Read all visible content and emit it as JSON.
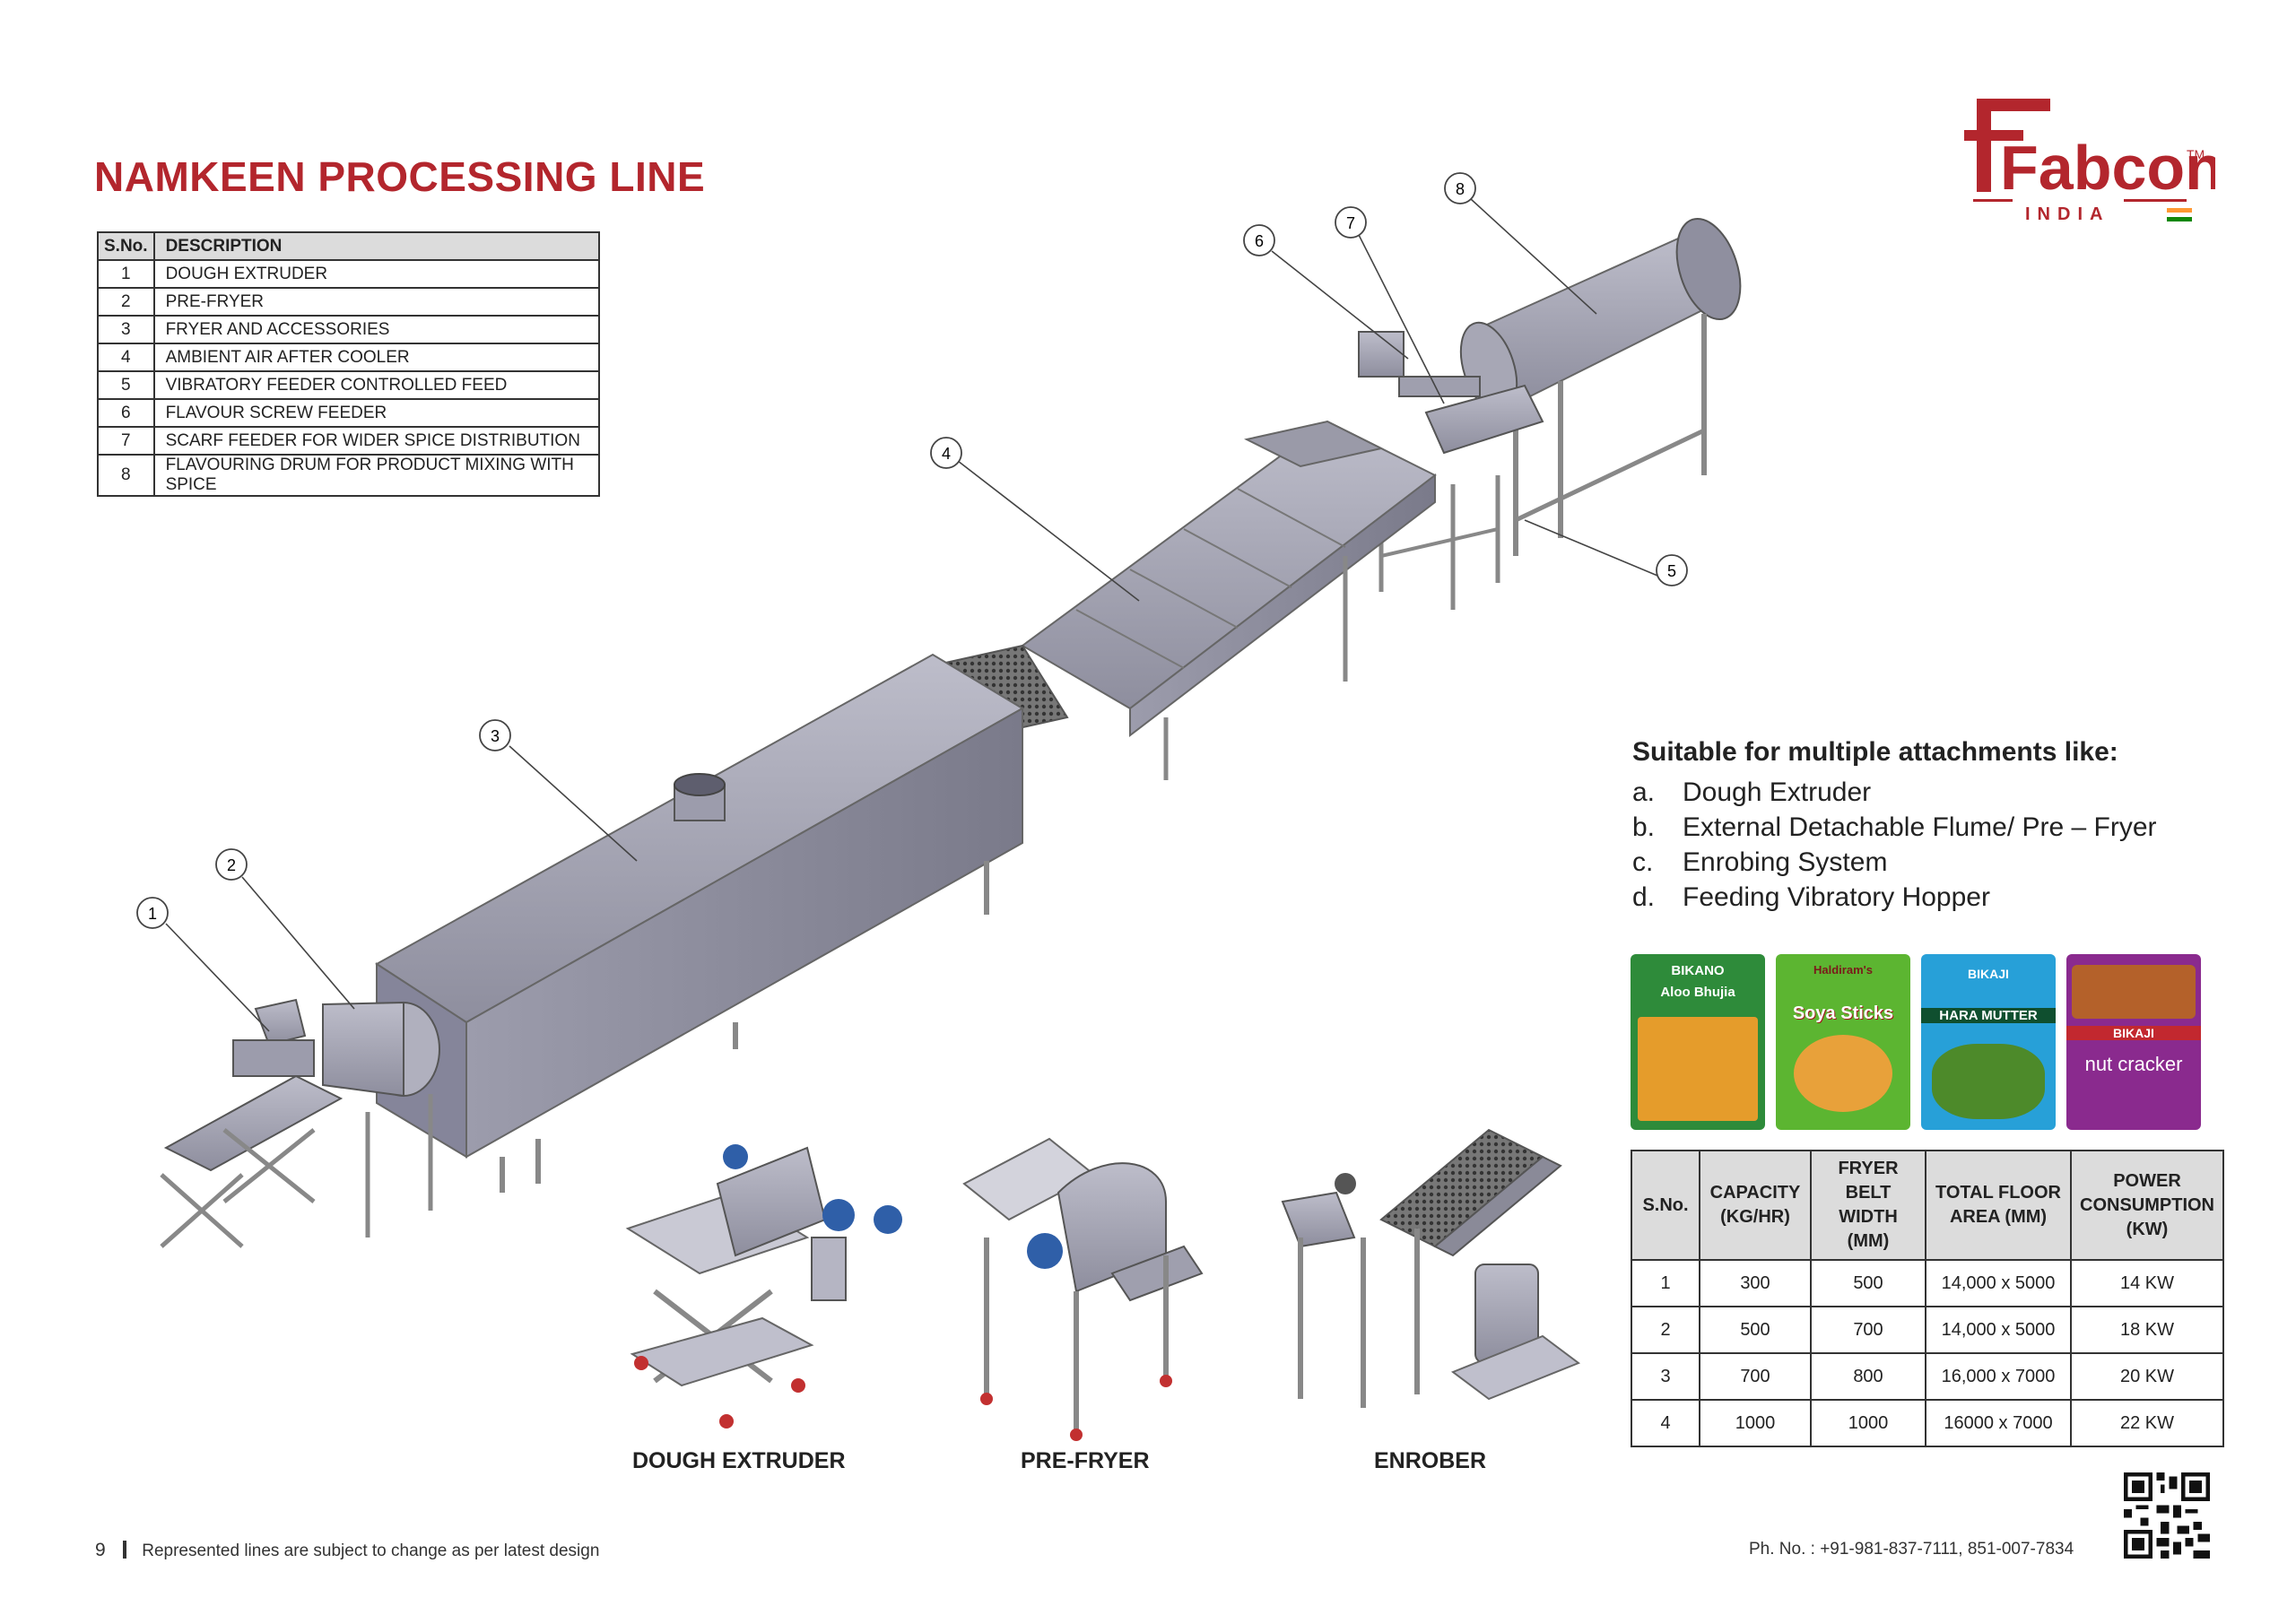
{
  "title": "NAMKEEN PROCESSING LINE",
  "parts_table": {
    "headers": {
      "sno": "S.No.",
      "description": "DESCRIPTION"
    },
    "rows": [
      {
        "sno": "1",
        "description": "DOUGH EXTRUDER"
      },
      {
        "sno": "2",
        "description": "PRE-FRYER"
      },
      {
        "sno": "3",
        "description": "FRYER AND ACCESSORIES"
      },
      {
        "sno": "4",
        "description": "AMBIENT AIR AFTER COOLER"
      },
      {
        "sno": "5",
        "description": "VIBRATORY FEEDER CONTROLLED FEED"
      },
      {
        "sno": "6",
        "description": "FLAVOUR SCREW FEEDER"
      },
      {
        "sno": "7",
        "description": "SCARF FEEDER FOR WIDER SPICE DISTRIBUTION"
      },
      {
        "sno": "8",
        "description": "FLAVOURING DRUM FOR PRODUCT MIXING WITH SPICE"
      }
    ]
  },
  "logo": {
    "brand": "Fabcon",
    "tm": "TM",
    "sub": "INDIA"
  },
  "callouts": [
    "1",
    "2",
    "3",
    "4",
    "5",
    "6",
    "7",
    "8"
  ],
  "attachments": {
    "heading": "Suitable for multiple attachments like:",
    "items": [
      {
        "letter": "a.",
        "text": "Dough Extruder"
      },
      {
        "letter": "b.",
        "text": "External Detachable Flume/ Pre – Fryer"
      },
      {
        "letter": "c.",
        "text": "Enrobing System"
      },
      {
        "letter": "d.",
        "text": "Feeding Vibratory Hopper"
      }
    ]
  },
  "products": [
    {
      "brand": "BIKANO",
      "name": "Aloo Bhujia",
      "color": "#2e8b3a"
    },
    {
      "brand": "Haldiram's",
      "name": "Soya Sticks",
      "color": "#5cb531"
    },
    {
      "brand": "BIKAJI",
      "name": "HARA MUTTER",
      "color": "#27a0d8"
    },
    {
      "brand": "BIKAJI",
      "name": "nut cracker",
      "color": "#8a2a8e"
    }
  ],
  "capacity_table": {
    "headers": [
      "S.No.",
      "CAPACITY (KG/HR)",
      "FRYER BELT WIDTH (MM)",
      "TOTAL FLOOR AREA (MM)",
      "POWER CONSUMPTION (KW)"
    ],
    "rows": [
      [
        "1",
        "300",
        "500",
        "14,000 x 5000",
        "14 KW"
      ],
      [
        "2",
        "500",
        "700",
        "14,000 x 5000",
        "18 KW"
      ],
      [
        "3",
        "700",
        "800",
        "16,000 x 7000",
        "20 KW"
      ],
      [
        "4",
        "1000",
        "1000",
        "16000 x 7000",
        "22 KW"
      ]
    ]
  },
  "captions": {
    "extruder": "DOUGH EXTRUDER",
    "prefryer": "PRE-FRYER",
    "enrober": "ENROBER"
  },
  "footer": {
    "page_number": "9",
    "disclaimer": "Represented lines are subject to change as per latest design",
    "phone": "Ph. No. : +91-981-837-7111, 851-007-7834"
  },
  "colors": {
    "title_red": "#b3262d",
    "machine_gray": "#a9a9b8"
  }
}
